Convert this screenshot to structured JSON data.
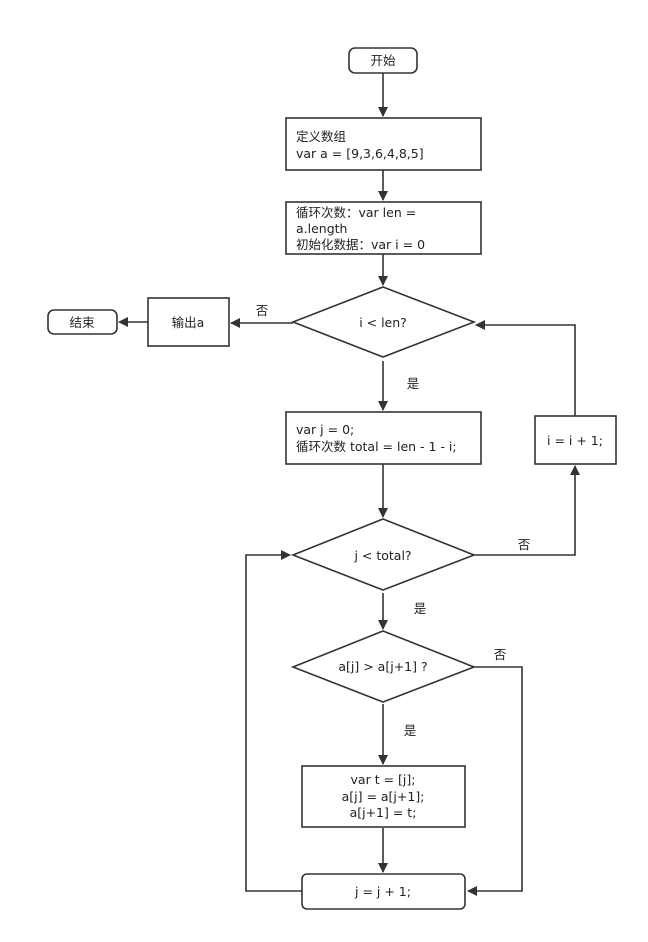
{
  "nodes": {
    "start": {
      "lines": [
        "开始"
      ]
    },
    "define_array": {
      "lines": [
        "定义数组",
        "var a = [9,3,6,4,8,5]"
      ]
    },
    "loop_init": {
      "lines": [
        "循环次数：var len =",
        "a.length",
        "初始化数据：var i = 0"
      ]
    },
    "cond_i": {
      "lines": [
        "i < len?"
      ]
    },
    "output_a": {
      "lines": [
        "输出a"
      ]
    },
    "end": {
      "lines": [
        "结束"
      ]
    },
    "inner_init": {
      "lines": [
        "var j = 0;",
        "循环次数 total = len - 1 - i;"
      ]
    },
    "increment_i": {
      "lines": [
        "i = i + 1;"
      ]
    },
    "cond_j": {
      "lines": [
        "j < total?"
      ]
    },
    "cond_compare": {
      "lines": [
        "a[j] > a[j+1] ?"
      ]
    },
    "swap": {
      "lines": [
        "var t = [j];",
        "a[j] = a[j+1];",
        "a[j+1] = t;"
      ]
    },
    "increment_j": {
      "lines": [
        "j = j + 1;"
      ]
    }
  },
  "edge_labels": {
    "i_no": "否",
    "i_yes": "是",
    "j_no": "否",
    "j_yes": "是",
    "compare_no": "否",
    "compare_yes": "是"
  },
  "colors": {
    "stroke": "#333333",
    "fill": "#ffffff",
    "text": "#222222"
  }
}
